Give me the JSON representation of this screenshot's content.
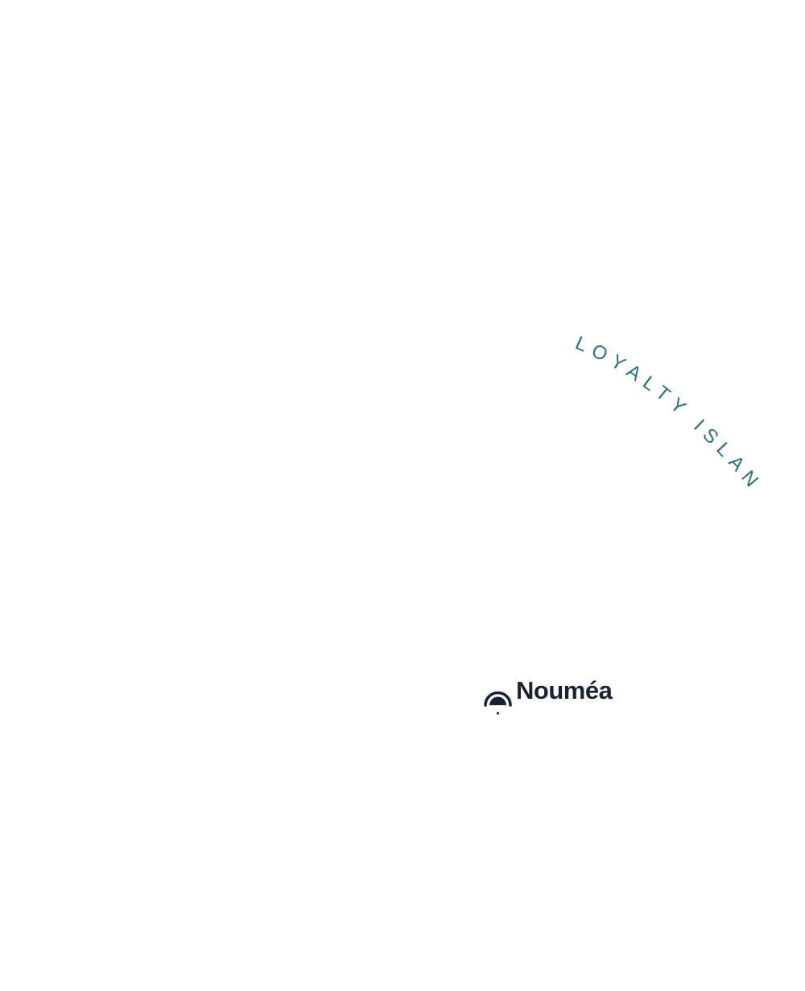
{
  "map": {
    "background": "#ffffff",
    "regions": [
      {
        "id": "loyalty-islands",
        "label": "LOYALTY ISLANDS",
        "color": "#2f6f7a"
      }
    ],
    "cities": [
      {
        "id": "noumea",
        "label": "Nouméa",
        "icon": "capital-city-icon",
        "color": "#1b2233"
      }
    ]
  }
}
